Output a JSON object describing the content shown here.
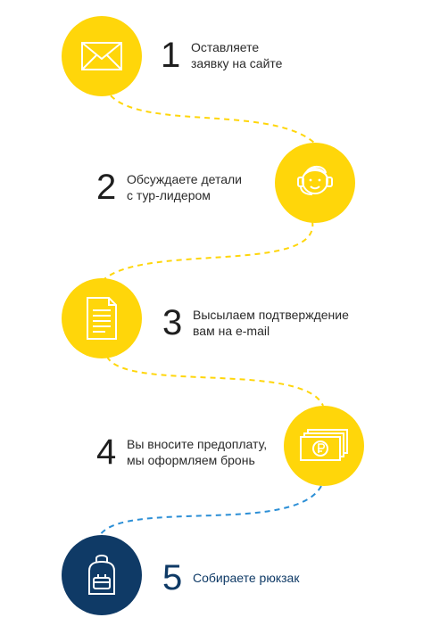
{
  "steps": [
    {
      "number": "1",
      "lines": [
        "Оставляете",
        "заявку на сайте"
      ],
      "icon": "envelope-icon",
      "color": "#ffd60a"
    },
    {
      "number": "2",
      "lines": [
        "Обсуждаете детали",
        "с тур-лидером"
      ],
      "icon": "headset-person-icon",
      "color": "#ffd60a"
    },
    {
      "number": "3",
      "lines": [
        "Высылаем подтверждение",
        "вам на e-mail"
      ],
      "icon": "document-icon",
      "color": "#ffd60a"
    },
    {
      "number": "4",
      "lines": [
        "Вы вносите предоплату,",
        "мы оформляем бронь"
      ],
      "icon": "ruble-banknotes-icon",
      "color": "#ffd60a"
    },
    {
      "number": "5",
      "lines": [
        "Собираете рюкзак"
      ],
      "icon": "backpack-icon",
      "color": "#0f3a66"
    }
  ],
  "colors": {
    "accent": "#ffd60a",
    "final": "#0f3a66",
    "path": "#ffd60a",
    "path_final": "#2c8fd6"
  }
}
